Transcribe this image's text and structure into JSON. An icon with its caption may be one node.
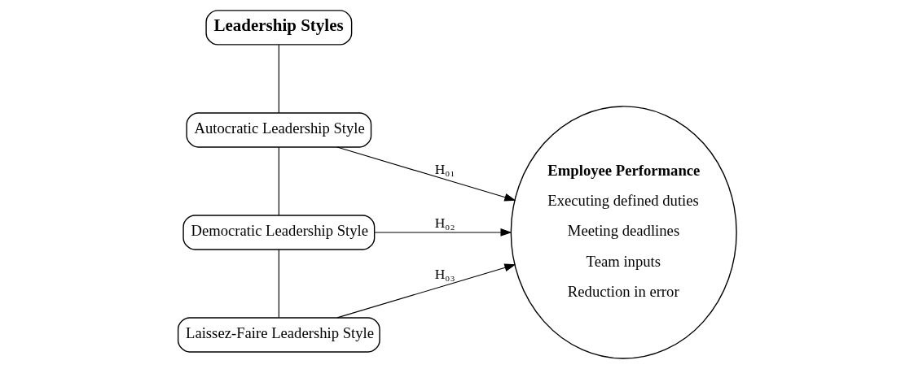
{
  "diagram": {
    "nodes": [
      {
        "text": [
          "Leadership Styles"
        ]
      },
      {
        "text": [
          "Autocratic Leadership Style"
        ]
      },
      {
        "text": [
          "Democratic Leadership Style"
        ]
      },
      {
        "text": [
          "Laissez-Faire Leadership Style"
        ]
      },
      {
        "text": [
          "Employee Performance",
          "Executing defined duties",
          "Meeting deadlines",
          "Team inputs",
          "Reduction in error"
        ]
      }
    ],
    "edges": [
      {
        "from": 0,
        "to": 1,
        "arrow": "none"
      },
      {
        "from": 1,
        "to": 2,
        "arrow": "none"
      },
      {
        "from": 2,
        "to": 3,
        "arrow": "none"
      },
      {
        "from": 1,
        "to": 4,
        "arrow": "to",
        "label": "H₀₁"
      },
      {
        "from": 2,
        "to": 4,
        "arrow": "to",
        "label": "H₀₂"
      },
      {
        "from": 3,
        "to": 4,
        "arrow": "to",
        "label": "H₀₃"
      }
    ]
  }
}
